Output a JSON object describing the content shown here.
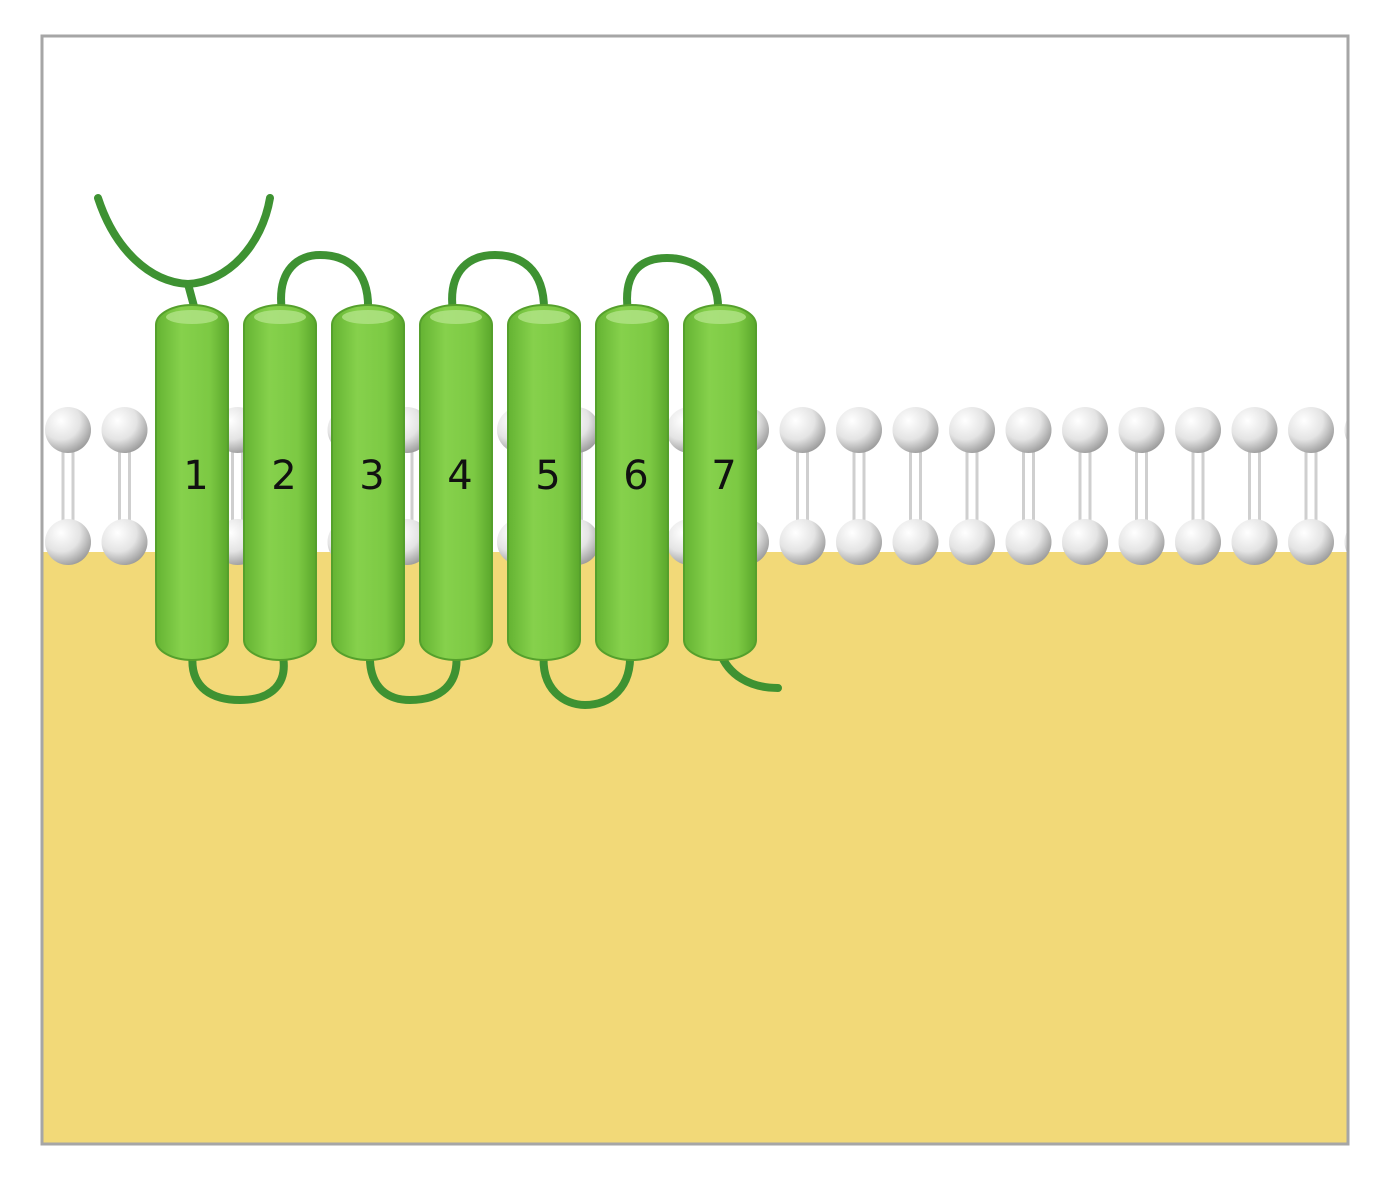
{
  "diagram": {
    "helices": [
      {
        "label": "1"
      },
      {
        "label": "2"
      },
      {
        "label": "3"
      },
      {
        "label": "4"
      },
      {
        "label": "5"
      },
      {
        "label": "6"
      },
      {
        "label": "7"
      }
    ]
  },
  "colors": {
    "frame_border": "#a6a6a6",
    "cytoplasm": "#f2d978",
    "extracellular": "#ffffff",
    "helix_fill": "#7cc943",
    "helix_edge": "#55a02c",
    "loop": "#3e9232",
    "lipid_head": "#e4e4e4"
  }
}
